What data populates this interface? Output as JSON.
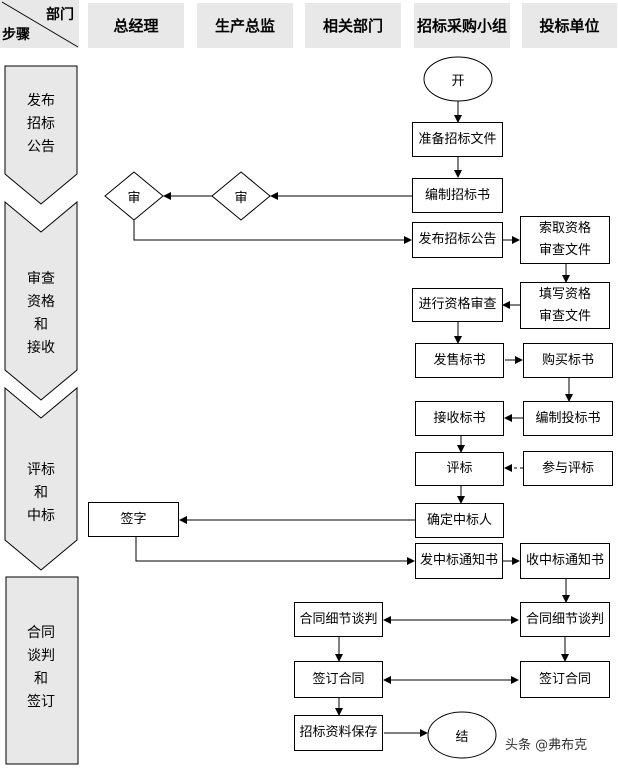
{
  "header": {
    "corner_top": "部门",
    "corner_bottom": "步骤",
    "columns": [
      "总经理",
      "生产总监",
      "相关部门",
      "招标采购小组",
      "投标单位"
    ]
  },
  "stages": [
    {
      "lines": [
        "发布",
        "招标",
        "公告"
      ]
    },
    {
      "lines": [
        "审查",
        "资格",
        "和",
        "接收"
      ]
    },
    {
      "lines": [
        "评标",
        "和",
        "中标"
      ]
    },
    {
      "lines": [
        "合同",
        "谈判",
        "和",
        "签订"
      ]
    }
  ],
  "nodes": {
    "start": "开",
    "end": "结",
    "prepare_docs": "准备招标文件",
    "compile_tender": "编制招标书",
    "review_director": "审",
    "review_gm": "审",
    "publish_notice": "发布招标公告",
    "request_docs": "索取资格\n审查文件",
    "fill_docs": "填写资格\n审查文件",
    "qualification_review": "进行资格审查",
    "sell_tender": "发售标书",
    "buy_tender": "购买标书",
    "compile_bid": "编制投标书",
    "receive_bid": "接收标书",
    "participate_eval": "参与评标",
    "evaluate": "评标",
    "confirm_winner": "确定中标人",
    "sign": "签字",
    "issue_notice": "发中标通知书",
    "receive_notice": "收中标通知书",
    "negotiate_left": "合同细节谈判",
    "negotiate_right": "合同细节谈判",
    "sign_contract_left": "签订合同",
    "sign_contract_right": "签订合同",
    "archive": "招标资料保存"
  },
  "watermark": "头条 @弗布克"
}
